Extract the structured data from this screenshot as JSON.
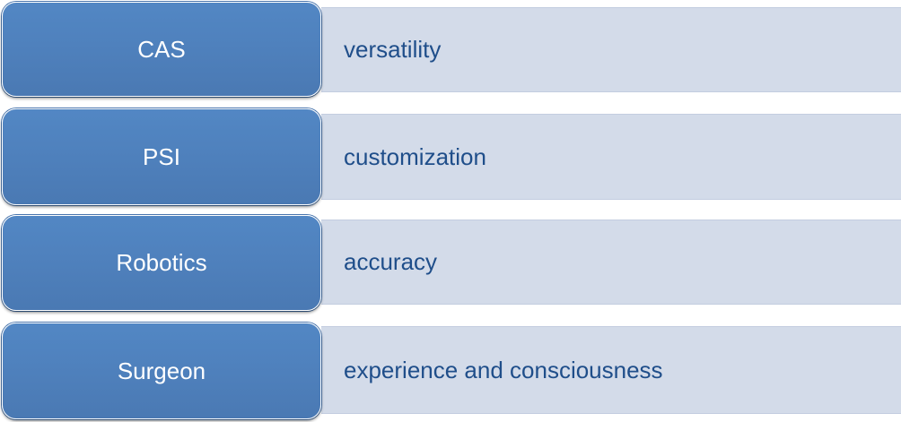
{
  "rows": [
    {
      "label": "CAS",
      "value": "versatility"
    },
    {
      "label": "PSI",
      "value": "customization"
    },
    {
      "label": "Robotics",
      "value": "accuracy"
    },
    {
      "label": "Surgeon",
      "value": "experience and consciousness"
    }
  ],
  "colors": {
    "label_fill": "#4f81bd",
    "label_text": "#ffffff",
    "value_fill": "#d3dbe9",
    "value_text": "#1f4e8a"
  }
}
